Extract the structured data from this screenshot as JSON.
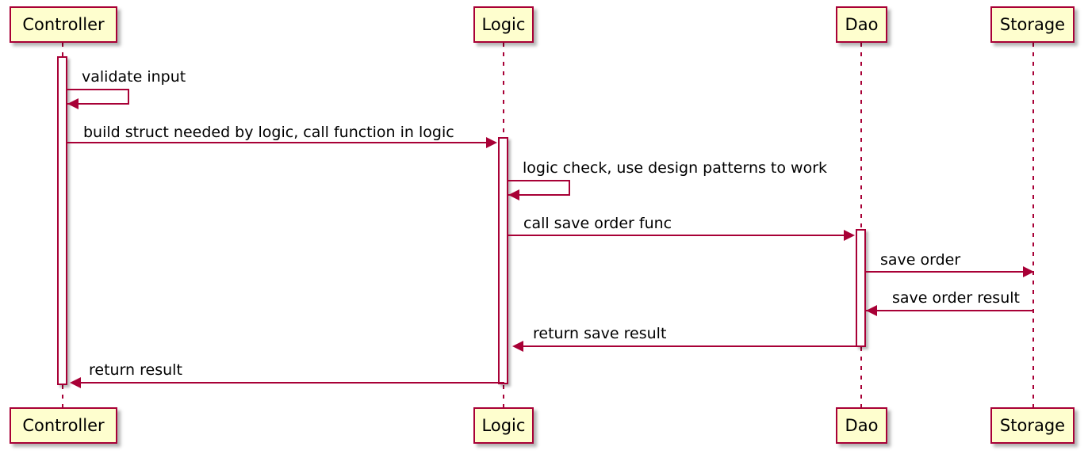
{
  "diagram": {
    "type": "sequence-diagram",
    "colors": {
      "participant_fill": "#FEFECE",
      "participant_border": "#A80036",
      "line": "#A80036",
      "activation_fill": "#FFFFFF",
      "text": "#000000",
      "background": "#FFFFFF"
    },
    "participants": [
      {
        "name": "Controller",
        "label": "Controller"
      },
      {
        "name": "Logic",
        "label": "Logic"
      },
      {
        "name": "Dao",
        "label": "Dao"
      },
      {
        "name": "Storage",
        "label": "Storage"
      }
    ],
    "messages": [
      {
        "label": "validate input",
        "from": "Controller",
        "to": "Controller",
        "kind": "self"
      },
      {
        "label": "build struct needed by logic, call function in logic",
        "from": "Controller",
        "to": "Logic",
        "kind": "call"
      },
      {
        "label": "logic check, use design patterns to work",
        "from": "Logic",
        "to": "Logic",
        "kind": "self"
      },
      {
        "label": "call save order func",
        "from": "Logic",
        "to": "Dao",
        "kind": "call"
      },
      {
        "label": "save order",
        "from": "Dao",
        "to": "Storage",
        "kind": "call"
      },
      {
        "label": "save order result",
        "from": "Storage",
        "to": "Dao",
        "kind": "return"
      },
      {
        "label": "return save result",
        "from": "Dao",
        "to": "Logic",
        "kind": "return"
      },
      {
        "label": "return result",
        "from": "Logic",
        "to": "Controller",
        "kind": "return"
      }
    ]
  }
}
